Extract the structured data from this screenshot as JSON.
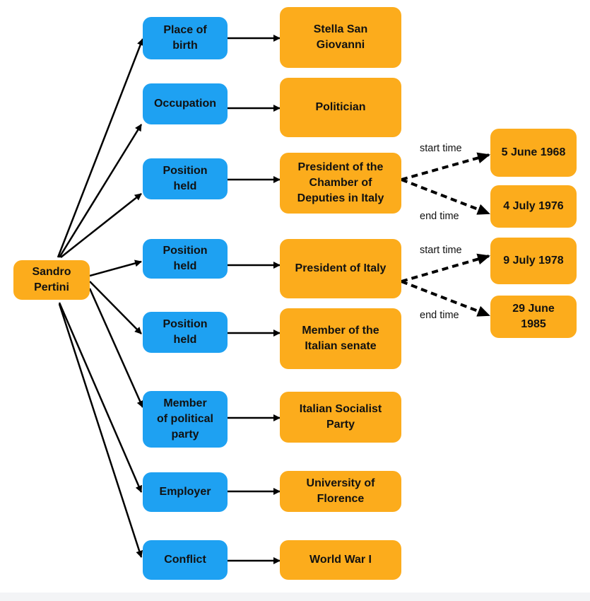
{
  "root": {
    "label": "Sandro\nPertini",
    "color": "#fcac1c"
  },
  "relations": [
    {
      "label": "Place of\nbirth",
      "value": "Stella San\nGiovanni"
    },
    {
      "label": "Occupation",
      "value": "Politician"
    },
    {
      "label": "Position\nheld",
      "value": "President of the\nChamber of\nDeputies in Italy"
    },
    {
      "label": "Position\nheld",
      "value": "President of Italy"
    },
    {
      "label": "Position\nheld",
      "value": "Member of the\nItalian senate"
    },
    {
      "label": "Member\nof political\nparty",
      "value": "Italian Socialist\nParty"
    },
    {
      "label": "Employer",
      "value": "University of\nFlorence"
    },
    {
      "label": "Conflict",
      "value": "World War I"
    }
  ],
  "qualifiers": [
    {
      "start_label": "start time",
      "start_value": "5 June 1968",
      "end_label": "end time",
      "end_value": "4 July 1976"
    },
    {
      "start_label": "start time",
      "start_value": "9 July 1978",
      "end_label": "end time",
      "end_value": "29 June\n1985"
    }
  ],
  "colors": {
    "relation": "#1ea1f2",
    "entity": "#fcac1c",
    "arrow": "#000000"
  }
}
